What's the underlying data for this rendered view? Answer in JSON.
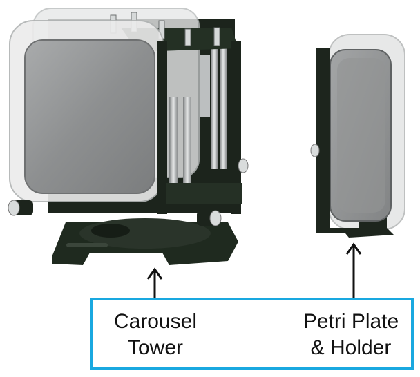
{
  "labels": {
    "carousel": {
      "line1": "Carousel",
      "line2": "Tower"
    },
    "petri": {
      "line1": "Petri Plate",
      "line2": "& Holder"
    }
  },
  "colors": {
    "box_border": "#19a8e0",
    "metal_dark": "#1f2a1f",
    "panel_gray": "#8f9192",
    "arrow": "#111111"
  }
}
